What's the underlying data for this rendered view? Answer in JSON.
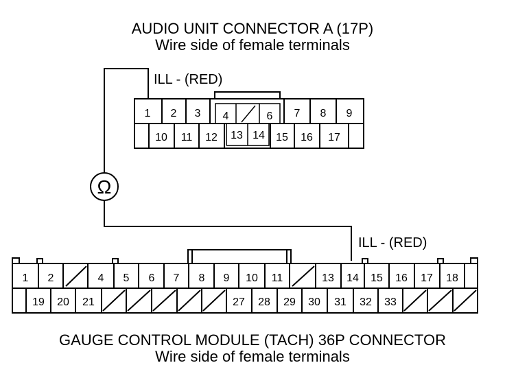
{
  "audio_connector": {
    "title": "AUDIO UNIT CONNECTOR A (17P)",
    "subtitle": "Wire side of female terminals",
    "wire_label": "ILL -  (RED)",
    "pins_top": [
      "1",
      "2",
      "3",
      "4",
      "6",
      "7",
      "8",
      "9"
    ],
    "pins_bottom": [
      "10",
      "11",
      "12",
      "13",
      "14",
      "15",
      "16",
      "17"
    ]
  },
  "meter": {
    "symbol": "Ω"
  },
  "gauge_connector": {
    "title": "GAUGE CONTROL MODULE (TACH) 36P CONNECTOR",
    "subtitle": "Wire side of female terminals",
    "wire_label": "ILL -  (RED)",
    "pins_top": [
      "1",
      "2",
      "4",
      "5",
      "6",
      "7",
      "8",
      "9",
      "10",
      "11",
      "13",
      "14",
      "15",
      "16",
      "17",
      "18"
    ],
    "pins_bottom": [
      "19",
      "20",
      "21",
      "27",
      "28",
      "29",
      "30",
      "31",
      "32",
      "33"
    ]
  }
}
